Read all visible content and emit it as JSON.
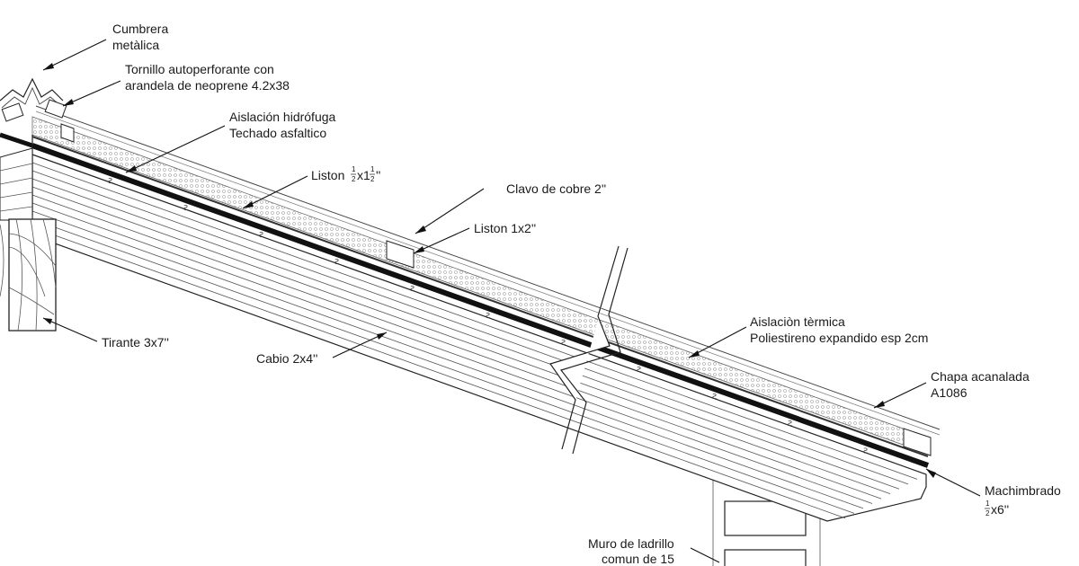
{
  "labels": {
    "cumbrera_1": "Cumbrera",
    "cumbrera_2": "metàlica",
    "tornillo_1": "Tornillo autoperforante con",
    "tornillo_2": "arandela de neoprene 4.2x38",
    "aislacion_h_1": "Aislación hidrófuga",
    "aislacion_h_2": "Techado asfaltico",
    "liston_small_prefix": "Liston ",
    "liston_small_x": "x1",
    "liston_small_suffix": "''",
    "frac_num": "1",
    "frac_den": "2",
    "clavo": "Clavo de cobre 2''",
    "liston_1x2": "Liston 1x2''",
    "aislacion_t_1": "Aislaciòn tèrmica",
    "aislacion_t_2": "Poliestireno expandido esp 2cm",
    "chapa_1": "Chapa acanalada",
    "chapa_2": "A1086",
    "machimbrado_1": "Machimbrado",
    "machimbrado_2_suffix": "x6''",
    "tirante": "Tirante 3x7''",
    "cabio": "Cabio 2x4''",
    "muro_1": "Muro de ladrillo",
    "muro_2": "comun de 15"
  },
  "colors": {
    "ink": "#1a1a1a",
    "line": "#555555",
    "fill_white": "#ffffff"
  }
}
